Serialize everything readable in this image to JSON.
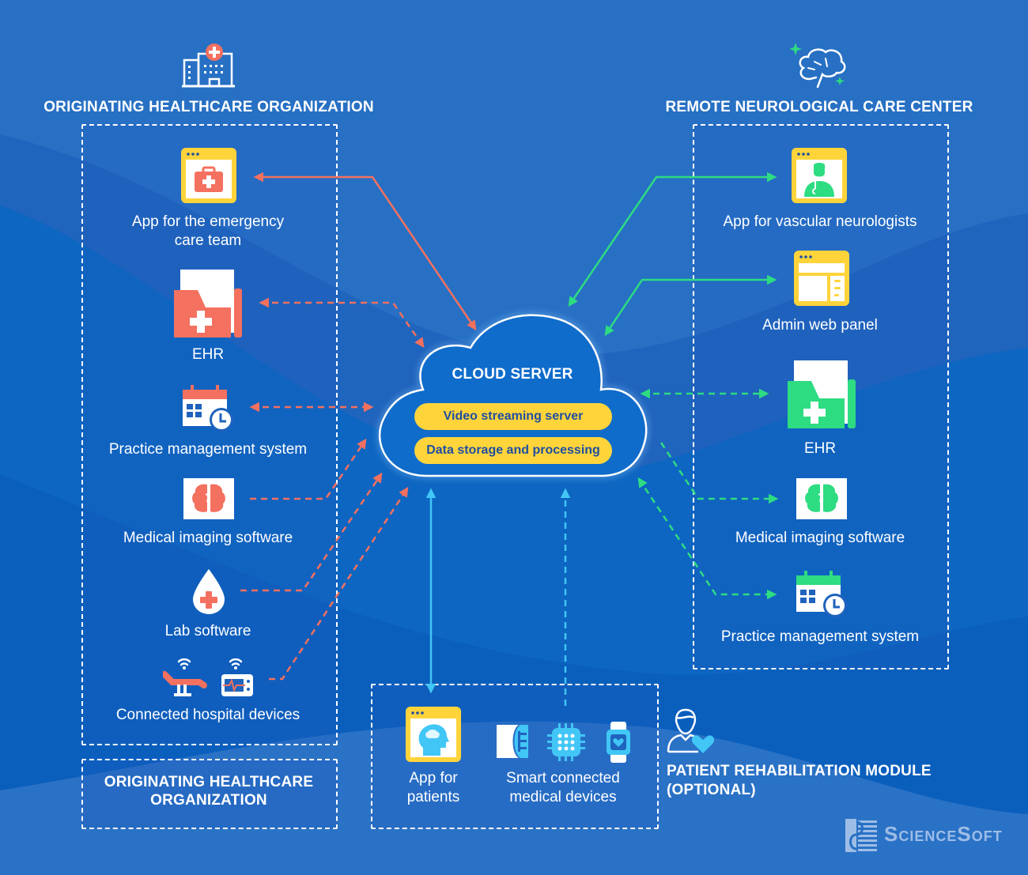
{
  "colors": {
    "background": "#2770c4",
    "originating_accent": "#f4705f",
    "remote_accent": "#2edc82",
    "patient_accent": "#41c6f6",
    "app_frame": "#ffd43b",
    "pill_text": "#1f4fa0"
  },
  "originating": {
    "icon": "hospital-icon",
    "title": "ORIGINATING HEALTHCARE ORGANIZATION",
    "items": [
      {
        "label": "App for the emergency\ncare team",
        "line1": "App for the emergency",
        "line2": "care team",
        "icon": "first-aid-app-icon",
        "link": "solid bidirectional"
      },
      {
        "label": "EHR",
        "icon": "ehr-folder-icon",
        "link": "dashed bidirectional"
      },
      {
        "label": "Practice management system",
        "icon": "calendar-clock-icon",
        "link": "dashed bidirectional"
      },
      {
        "label": "Medical imaging software",
        "icon": "brain-scan-icon",
        "link": "dashed to cloud"
      },
      {
        "label": "Lab software",
        "icon": "blood-drop-icon",
        "link": "dashed to cloud"
      },
      {
        "label": "Connected hospital devices",
        "icon": "hospital-devices-icon",
        "link": "dashed to cloud"
      }
    ],
    "footer_title_line1": "ORIGINATING HEALTHCARE",
    "footer_title_line2": "ORGANIZATION"
  },
  "cloud": {
    "title": "CLOUD SERVER",
    "pills": [
      "Video streaming server",
      "Data storage and processing"
    ]
  },
  "remote": {
    "icon": "brain-sparkle-icon",
    "title": "REMOTE NEUROLOGICAL CARE CENTER",
    "items": [
      {
        "label": "App for vascular neurologists",
        "icon": "doctor-app-icon",
        "link": "solid bidirectional"
      },
      {
        "label": "Admin web panel",
        "icon": "admin-panel-icon",
        "link": "solid bidirectional"
      },
      {
        "label": "EHR",
        "icon": "ehr-folder-icon",
        "link": "dashed bidirectional"
      },
      {
        "label": "Medical imaging software",
        "icon": "brain-scan-icon",
        "link": "dashed from cloud"
      },
      {
        "label": "Practice management system",
        "icon": "calendar-clock-icon",
        "link": "dashed bidirectional"
      }
    ]
  },
  "patient": {
    "items": [
      {
        "line1": "App for",
        "line2": "patients",
        "icon": "patient-app-icon",
        "link": "solid bidirectional"
      },
      {
        "line1": "Smart connected",
        "line2": "medical devices",
        "icons": [
          "sensor-icon",
          "chip-icon",
          "smartwatch-icon"
        ],
        "link": "dashed to cloud"
      }
    ],
    "module_title_line1": "PATIENT REHABILITATION MODULE",
    "module_title_line2": "(OPTIONAL)",
    "module_icon": "patient-heart-icon"
  },
  "brand": {
    "name": "ScienceSoft"
  }
}
